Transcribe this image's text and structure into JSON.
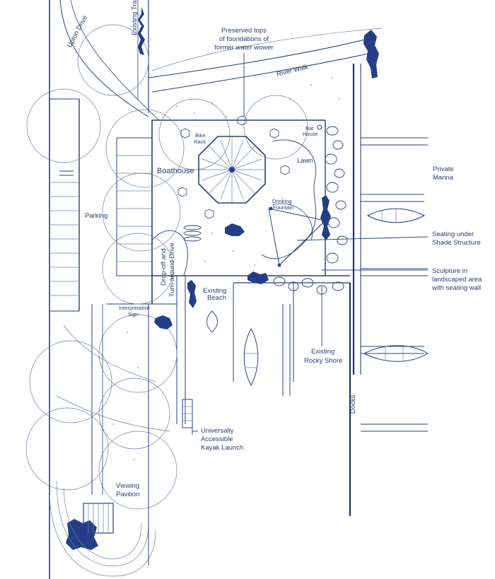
{
  "labels": {
    "upton_drive": "Upton Drive",
    "existing_trail": "Existing Trail",
    "preserved_line1": "Preserved tops",
    "preserved_line2": "of foundations of",
    "preserved_line3": "former water wower",
    "river_walk": "River Walk",
    "bat_house_1": "Bat",
    "bat_house_2": "House",
    "bike_rack_1": "Bike",
    "bike_rack_2": "Rack",
    "boathouse": "Boathouse",
    "lawn": "Lawn",
    "drinking_fountain_1": "Drinking",
    "drinking_fountain_2": "Fountain",
    "private_marina_1": "Private",
    "private_marina_2": "Marina",
    "parking": "Parking",
    "dropoff_1": "Drop-off and",
    "dropoff_2": "Turn-around Drive",
    "seating_1": "Seating under",
    "seating_2": "Shade Structure",
    "sculpture_1": "Sculpture in",
    "sculpture_2": "landscaped area",
    "sculpture_3": "with seating wall",
    "existing_beach_1": "Existing",
    "existing_beach_2": "Beach",
    "interpretive_1": "Interpretative",
    "interpretive_2": "Sign",
    "rocky_1": "Existing",
    "rocky_2": "Rocky Shore",
    "docks": "Docks",
    "kayak_1": "Universally",
    "kayak_2": "Accessible",
    "kayak_3": "Kayak Launch",
    "viewing_1": "Viewing",
    "viewing_2": "Pavilion"
  },
  "colors": {
    "ink": "#2a3f7a",
    "shrub": "#243e86",
    "paper": "#ffffff"
  }
}
